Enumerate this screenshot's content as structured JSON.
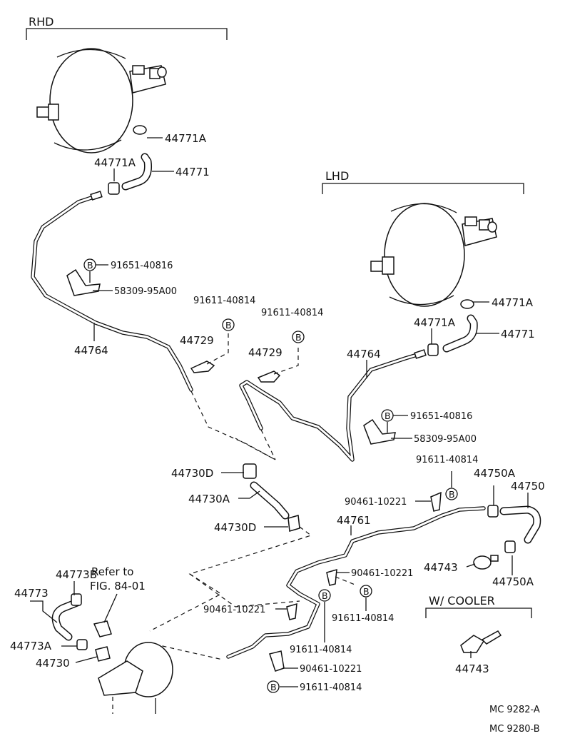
{
  "sections": {
    "rhd": "RHD",
    "lhd": "LHD",
    "cooler": "W/ COOLER"
  },
  "bolt_marker": "B",
  "refer": {
    "line1": "Refer to",
    "line2": "FIG. 84-01"
  },
  "labels": {
    "rhd_44771A_top": "44771A",
    "rhd_44771A_left": "44771A",
    "rhd_44771": "44771",
    "rhd_91651": "91651-40816",
    "rhd_58309": "58309-95A00",
    "rhd_44764": "44764",
    "mid_91611_a": "91611-40814",
    "mid_91611_b": "91611-40814",
    "mid_44729_a": "44729",
    "mid_44729_b": "44729",
    "lhd_44771A_top": "44771A",
    "lhd_44771A_left": "44771A",
    "lhd_44771": "44771",
    "lhd_44764": "44764",
    "lhd_91651": "91651-40816",
    "lhd_58309": "58309-95A00",
    "p44730D_top": "44730D",
    "p44730A": "44730A",
    "p44730D_bot": "44730D",
    "p91611_right": "91611-40814",
    "p44750A_top": "44750A",
    "p44750": "44750",
    "p90461_a": "90461-10221",
    "p44761": "44761",
    "p90461_b": "90461-10221",
    "p44743": "44743",
    "p44750A_bot": "44750A",
    "p91611_c": "91611-40814",
    "p90461_c": "90461-10221",
    "p91611_d": "91611-40814",
    "p90461_d": "90461-10221",
    "p91611_e": "91611-40814",
    "p44773B": "44773B",
    "p44773": "44773",
    "p44773A": "44773A",
    "p44730": "44730",
    "cooler_44743": "44743"
  },
  "footer": {
    "code1": "MC  9282-A",
    "code2": "MC  9280-B"
  }
}
